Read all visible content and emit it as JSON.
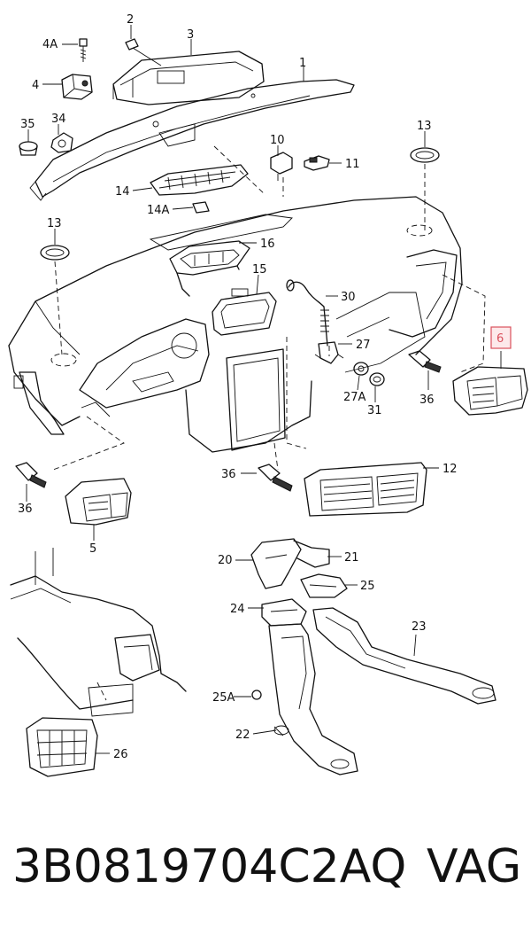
{
  "labels": {
    "l1": "1",
    "l2": "2",
    "l3": "3",
    "l4": "4",
    "l4a": "4A",
    "l5": "5",
    "l6": "6",
    "l10": "10",
    "l11": "11",
    "l12": "12",
    "l13a": "13",
    "l13b": "13",
    "l14": "14",
    "l14a": "14A",
    "l15": "15",
    "l16": "16",
    "l20": "20",
    "l21": "21",
    "l22": "22",
    "l23": "23",
    "l24": "24",
    "l25": "25",
    "l25a": "25A",
    "l26": "26",
    "l27": "27",
    "l27a": "27A",
    "l30": "30",
    "l31": "31",
    "l34": "34",
    "l35": "35",
    "l36a": "36",
    "l36b": "36",
    "l36c": "36"
  },
  "highlight": {
    "part": "6",
    "color": "#d9505c"
  },
  "footer": {
    "part_number": "3B0819704C2AQ",
    "brand": "VAG"
  }
}
